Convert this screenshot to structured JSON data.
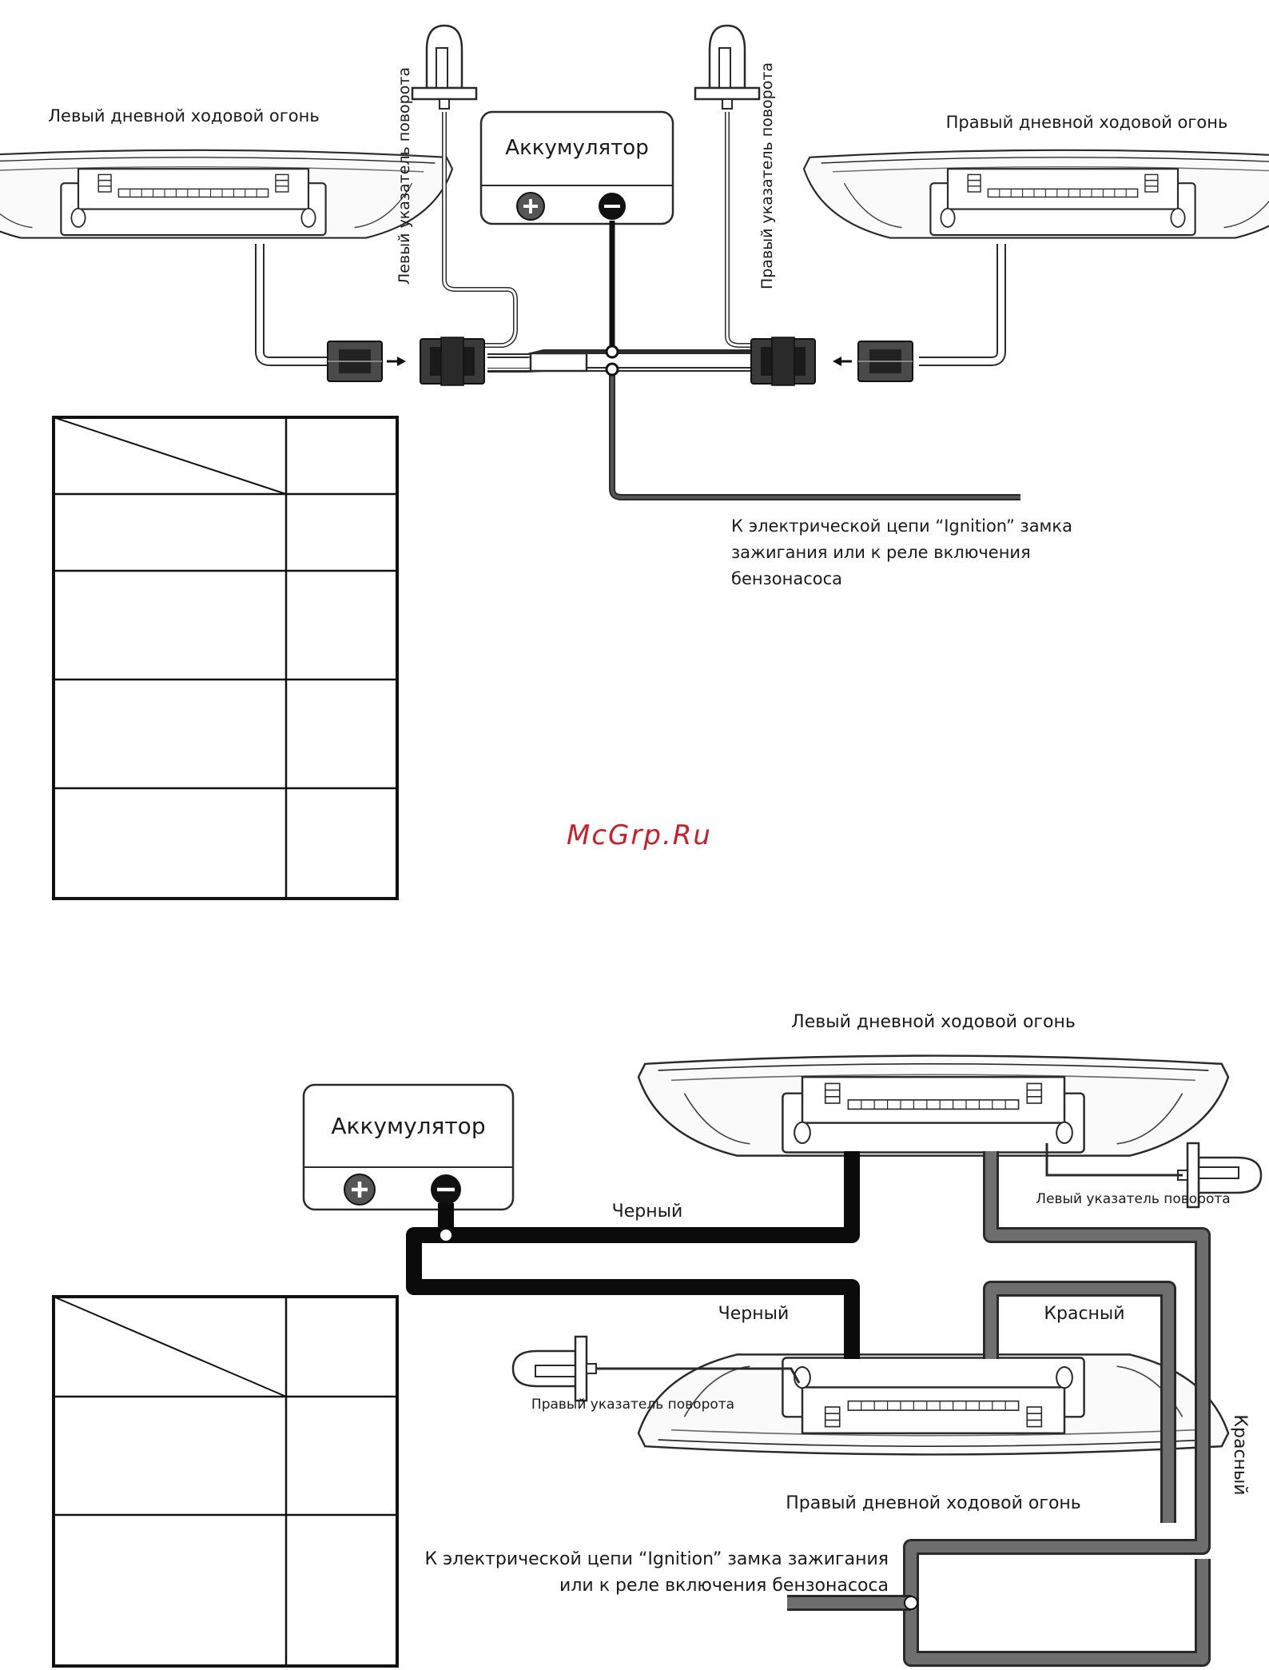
{
  "colors": {
    "line": "#1a1a1a",
    "red_wire": "#6e6e6e",
    "black_wire": "#0b0b0b",
    "watermark": "#c8202a"
  },
  "diagram1": {
    "left_drl": "Левый дневной ходовой огонь",
    "right_drl": "Правый дневной ходовой огонь",
    "battery": "Аккумулятор",
    "plus_icon": "+",
    "minus_icon": "−",
    "left_turn": "Левый указатель поворота",
    "right_turn": "Правый указатель поворота",
    "ignition_line1": "К электрической цепи “Ignition” замка",
    "ignition_line2": "зажигания или к реле включения",
    "ignition_line3": "бензонасоса"
  },
  "watermark": "McGrp.Ru",
  "diagram2": {
    "left_drl": "Левый дневной ходовой огонь",
    "right_drl": "Правый дневной ходовой огонь",
    "battery": "Аккумулятор",
    "left_turn": "Левый указатель поворота",
    "right_turn": "Правый указатель поворота",
    "black1": "Черный",
    "black2": "Черный",
    "red1": "Красный",
    "red2": "Красный",
    "ignition_line1": "К электрической цепи “Ignition” замка зажигания",
    "ignition_line2": "или к реле включения бензонасоса"
  }
}
